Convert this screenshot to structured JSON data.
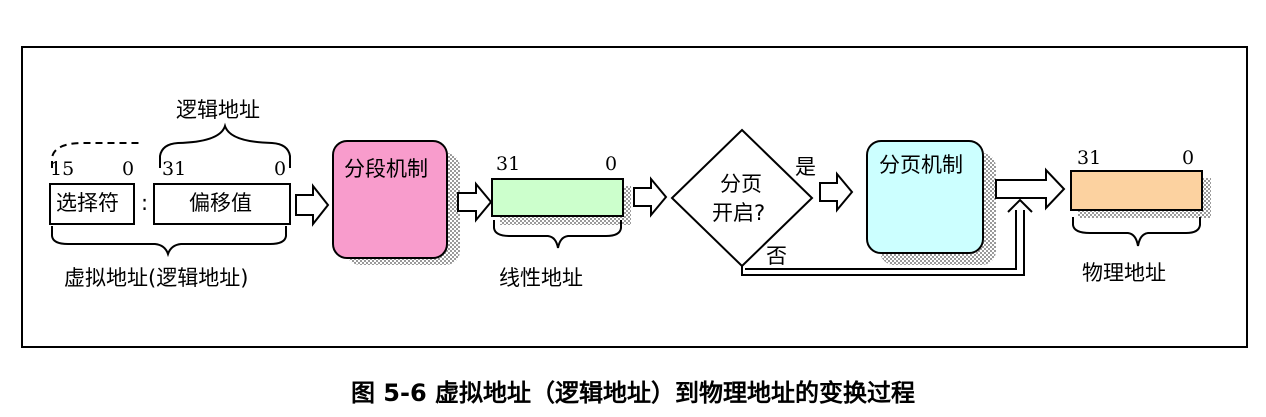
{
  "diagram": {
    "logical_address_label": "逻辑地址",
    "selector": {
      "hi": "15",
      "lo": "0",
      "label": "选择符"
    },
    "colon": ":",
    "offset": {
      "hi": "31",
      "lo": "0",
      "label": "偏移值"
    },
    "virtual_address_label": "虚拟地址(逻辑地址)",
    "segmentation": {
      "label": "分段机制",
      "color": "#f89ccc"
    },
    "linear": {
      "hi": "31",
      "lo": "0",
      "label": "线性地址",
      "color": "#ccffcc"
    },
    "decision": {
      "line1": "分页",
      "line2": "开启?",
      "yes": "是",
      "no": "否"
    },
    "paging": {
      "label": "分页机制",
      "color": "#ccffff"
    },
    "physical": {
      "hi": "31",
      "lo": "0",
      "label": "物理地址",
      "color": "#fcd2a0"
    }
  },
  "caption": "图 5-6 虚拟地址（逻辑地址）到物理地址的变换过程"
}
